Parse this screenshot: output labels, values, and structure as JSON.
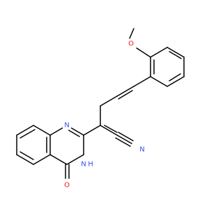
{
  "diagram": {
    "atoms": {
      "oxygen_methoxy": {
        "symbol": "O",
        "color": "#ff0d0d"
      },
      "nitrogen_ring_1": {
        "symbol": "N",
        "color": "#3050f8"
      },
      "nitrogen_nitrile": {
        "symbol": "N",
        "color": "#3050f8"
      },
      "nitrogen_nh": {
        "symbol": "N",
        "color": "#3050f8"
      },
      "hydrogen_nh": {
        "symbol": "H",
        "color": "#3050f8"
      },
      "oxygen_carbonyl": {
        "symbol": "O",
        "color": "#ff0d0d"
      }
    },
    "bond_color": "#000000"
  }
}
